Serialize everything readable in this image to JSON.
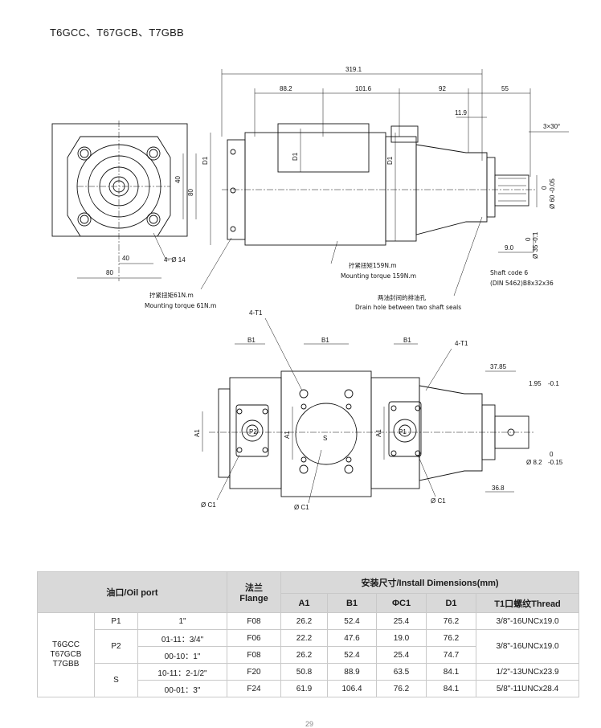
{
  "title": "T6GCC、T67GCB、T7GBB",
  "page_number": "29",
  "drawing": {
    "dims": {
      "overall": "319.1",
      "a": "88.2",
      "b": "101.6",
      "c": "92",
      "d": "55",
      "e": "11.9",
      "chamfer": "3×30°",
      "d1": "D1",
      "v40": "40",
      "v80": "80",
      "h40": "40",
      "h80": "80",
      "holes": "4- Ø 14",
      "shaft_dia": "Ø 60 -0.05",
      "shaft_dia_tol": "0",
      "key": "9.0",
      "key2": "Ø 35 -0.1",
      "key2_tol": "0",
      "b1": "B1",
      "a1": "A1",
      "t1": "4-T1",
      "c1": "Ø C1",
      "p1": "P1",
      "p2": "P2",
      "s": "S",
      "d3785": "37.85",
      "d195": "1.95",
      "d195_tol": "-0.1",
      "d82": "Ø 8.2",
      "d82_tol": "-0.15",
      "d82_top": "0",
      "d368": "36.8"
    },
    "notes": {
      "torque159_cn": "拧紧扭矩159N.m",
      "torque159_en": "Mounting torque 159N.m",
      "drain_cn": "两油封间的排油孔",
      "drain_en": "Drain hole between two shaft seals",
      "torque61_cn": "拧紧扭矩61N.m",
      "torque61_en": "Mounting torque 61N.m",
      "shaft_code": "Shaft code 6",
      "shaft_std": "(DIN 5462)B8x32x36"
    }
  },
  "table": {
    "h_oil_port": "油口/Oil port",
    "h_flange_cn": "法兰",
    "h_flange_en": "Flange",
    "h_install": "安装尺寸/Install Dimensions(mm)",
    "cols": [
      "A1",
      "B1",
      "ΦC1",
      "D1",
      "T1口螺纹Thread"
    ],
    "models": [
      "T6GCC",
      "T67GCB",
      "T7GBB"
    ],
    "rows": [
      {
        "port": "P1",
        "size": "1\"",
        "flange": "F08",
        "a1": "26.2",
        "b1": "52.4",
        "c1": "25.4",
        "d1": "76.2",
        "thread": "3/8\"-16UNCx19.0"
      },
      {
        "port": "P2",
        "size": "01-11：3/4\"",
        "flange": "F06",
        "a1": "22.2",
        "b1": "47.6",
        "c1": "19.0",
        "d1": "76.2",
        "thread": "3/8\"-16UNCx19.0"
      },
      {
        "port": "",
        "size": "00-10：1\"",
        "flange": "F08",
        "a1": "26.2",
        "b1": "52.4",
        "c1": "25.4",
        "d1": "74.7",
        "thread": ""
      },
      {
        "port": "S",
        "size": "10-11：2-1/2\"",
        "flange": "F20",
        "a1": "50.8",
        "b1": "88.9",
        "c1": "63.5",
        "d1": "84.1",
        "thread": "1/2\"-13UNCx23.9"
      },
      {
        "port": "",
        "size": "00-01：3\"",
        "flange": "F24",
        "a1": "61.9",
        "b1": "106.4",
        "c1": "76.2",
        "d1": "84.1",
        "thread": "5/8\"-11UNCx28.4"
      }
    ]
  }
}
